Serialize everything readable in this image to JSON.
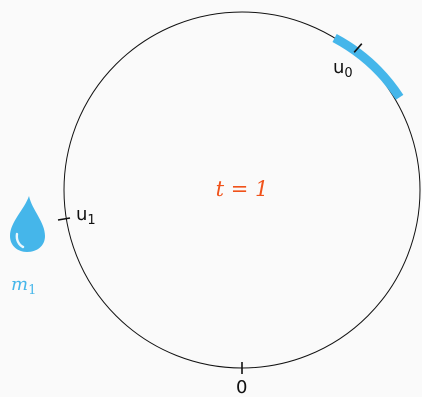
{
  "diagram": {
    "time_label": "t = 1",
    "colors": {
      "circle": "#111111",
      "highlight": "#45b6ea",
      "time": "#f0521a",
      "drop": "#45b6ea",
      "mass_label": "#45b6ea",
      "tick": "#111111",
      "background": "#fafafa"
    },
    "points": [
      {
        "id": "u0",
        "base": "u",
        "sub": "0"
      },
      {
        "id": "u1",
        "base": "u",
        "sub": "1"
      },
      {
        "id": "zero",
        "base": "0",
        "sub": ""
      }
    ],
    "mass": {
      "base": "m",
      "sub": "1",
      "icon": "water-drop-icon"
    }
  }
}
